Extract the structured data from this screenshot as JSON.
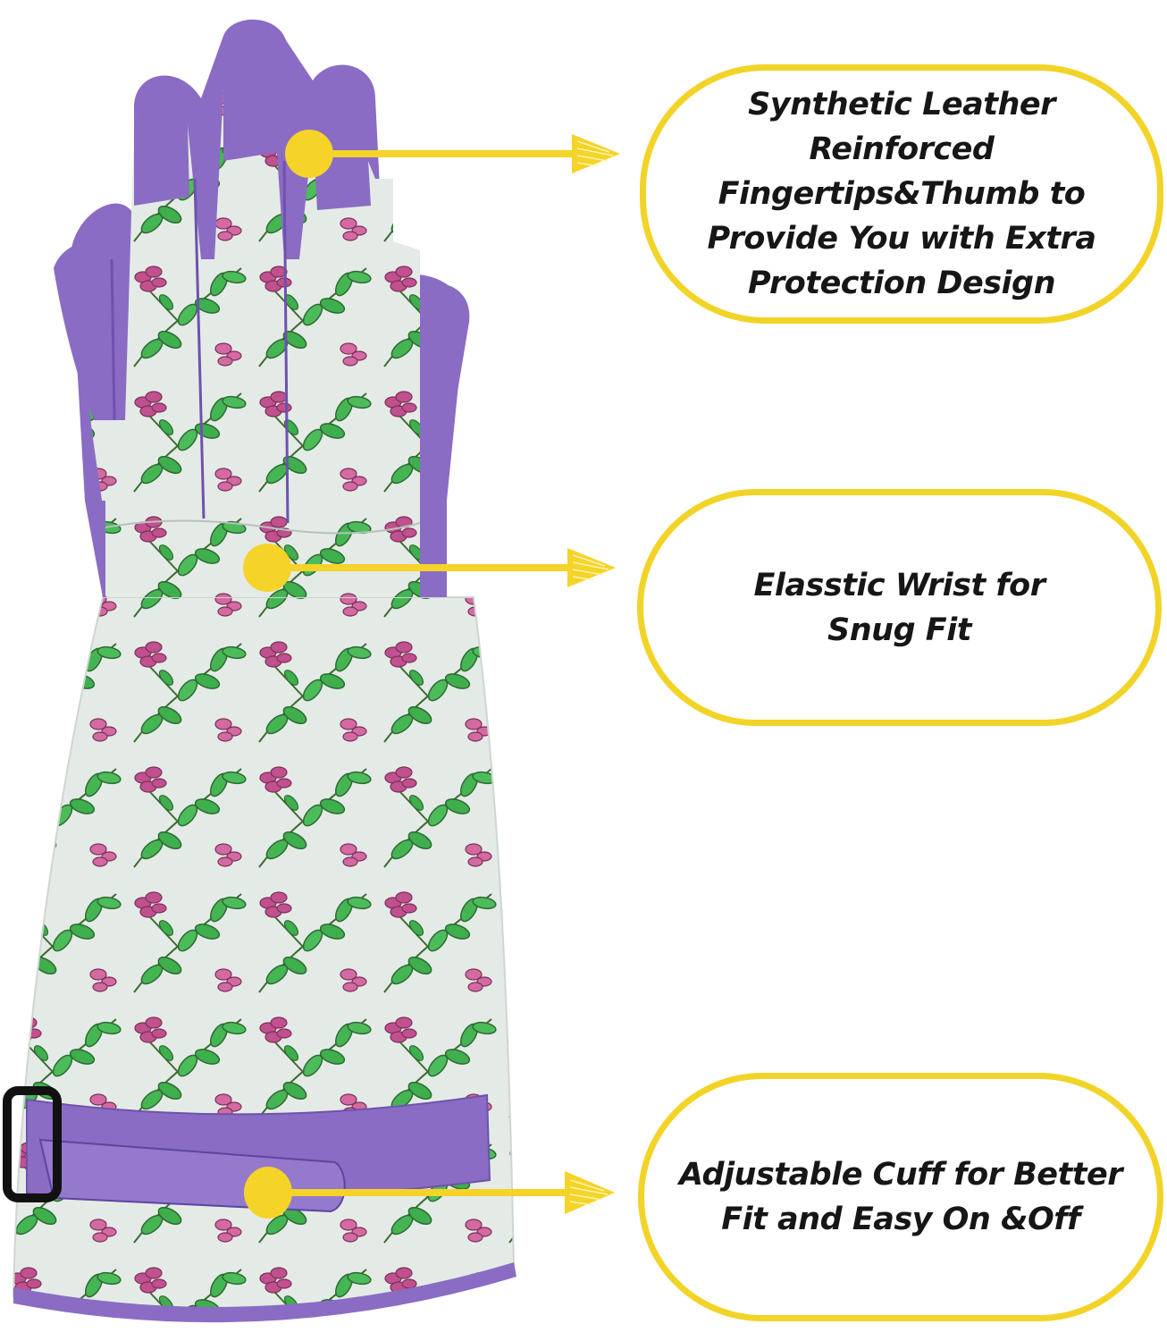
{
  "product": {
    "name": "Floral long-cuff gardening glove",
    "colors": {
      "trim": "#8a6cc4",
      "trim_dark": "#6e52ad",
      "fabric": "#e4ebe6",
      "leaf": "#3fae4d",
      "leaf_dark": "#2f7a3a",
      "flower": "#c0508e",
      "callout_border": "#f2d327",
      "pointer": "#f5d328",
      "text": "#161616"
    }
  },
  "callouts": [
    {
      "id": "fingertips",
      "text": "Synthetic Leather Reinforced Fingertips&Thumb to Provide You with Extra Protection Design"
    },
    {
      "id": "wrist",
      "text": "Elasstic Wrist for Snug Fit"
    },
    {
      "id": "cuff",
      "text": "Adjustable Cuff for Better Fit and Easy On &Off"
    }
  ]
}
